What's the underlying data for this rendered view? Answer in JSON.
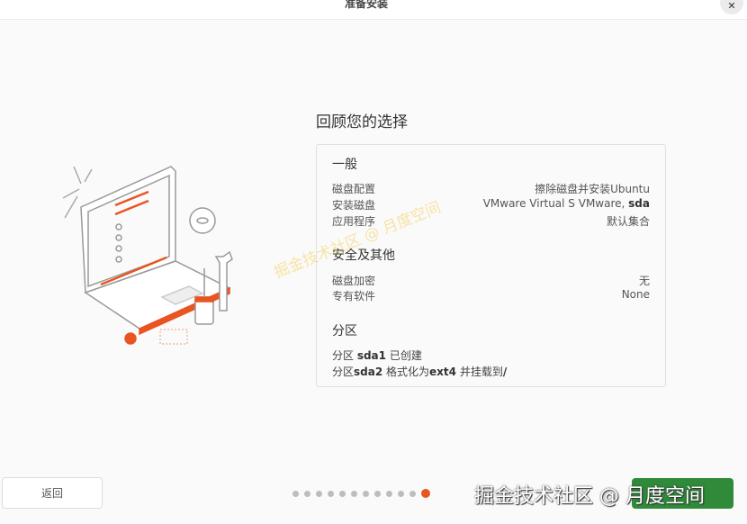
{
  "window": {
    "title": "准备安装",
    "close_icon": "close-icon"
  },
  "heading": "回顾您的选择",
  "sections": {
    "general": {
      "title": "一般",
      "rows": [
        {
          "label": "磁盘配置",
          "value": "擦除磁盘并安装Ubuntu"
        },
        {
          "label": "安装磁盘",
          "value": "VMware Virtual S VMware, ",
          "value_bold": "sda"
        },
        {
          "label": "应用程序",
          "value": "默认集合"
        }
      ]
    },
    "security": {
      "title": "安全及其他",
      "rows": [
        {
          "label": "磁盘加密",
          "value": "无"
        },
        {
          "label": "专有软件",
          "value": "None"
        }
      ]
    },
    "partitions": {
      "title": "分区",
      "lines": [
        {
          "a": "分区 ",
          "b": "sda1",
          "c": " 已创建"
        },
        {
          "a": "分区",
          "b": "sda2",
          "c": " 格式化为",
          "d": "ext4",
          "e": " 并挂载到",
          "f": "/"
        }
      ]
    }
  },
  "footer": {
    "back_label": "返回",
    "steps_total": 12,
    "current_step": 12,
    "next_color": "#2f8a3a",
    "accent": "#e95420"
  },
  "watermark": "掘金技术社区 @ 月度空间"
}
